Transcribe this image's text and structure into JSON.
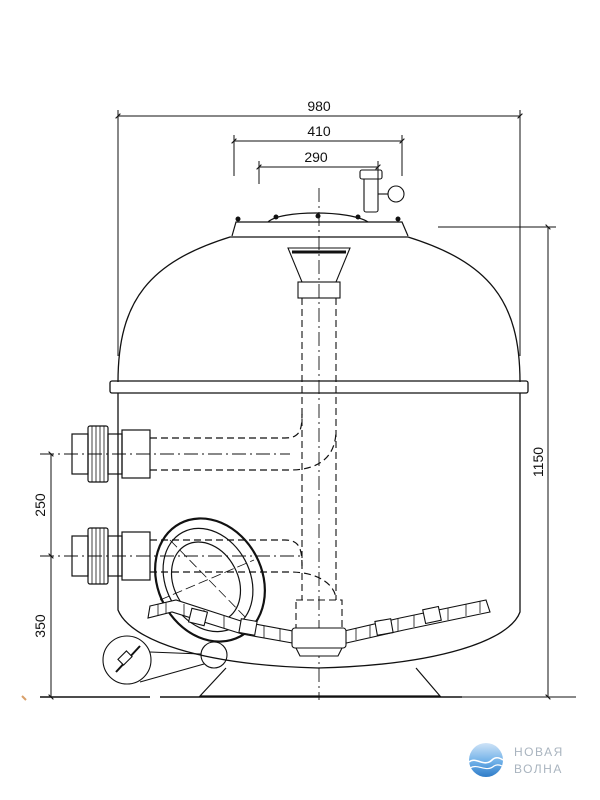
{
  "drawing": {
    "dimensions": {
      "overall_width": "980",
      "lid_outer": "410",
      "lid_inner": "290",
      "total_height": "1150",
      "port_spacing": "250",
      "lower_port_height": "350"
    }
  },
  "watermark": {
    "line1": "НОВАЯ",
    "line2": "ВОЛНА"
  },
  "colors": {
    "line": "#111111",
    "watermark_text": "#a9b4bf",
    "logo_blue": "#3f8fd8",
    "logo_light": "#cfe3f7"
  }
}
